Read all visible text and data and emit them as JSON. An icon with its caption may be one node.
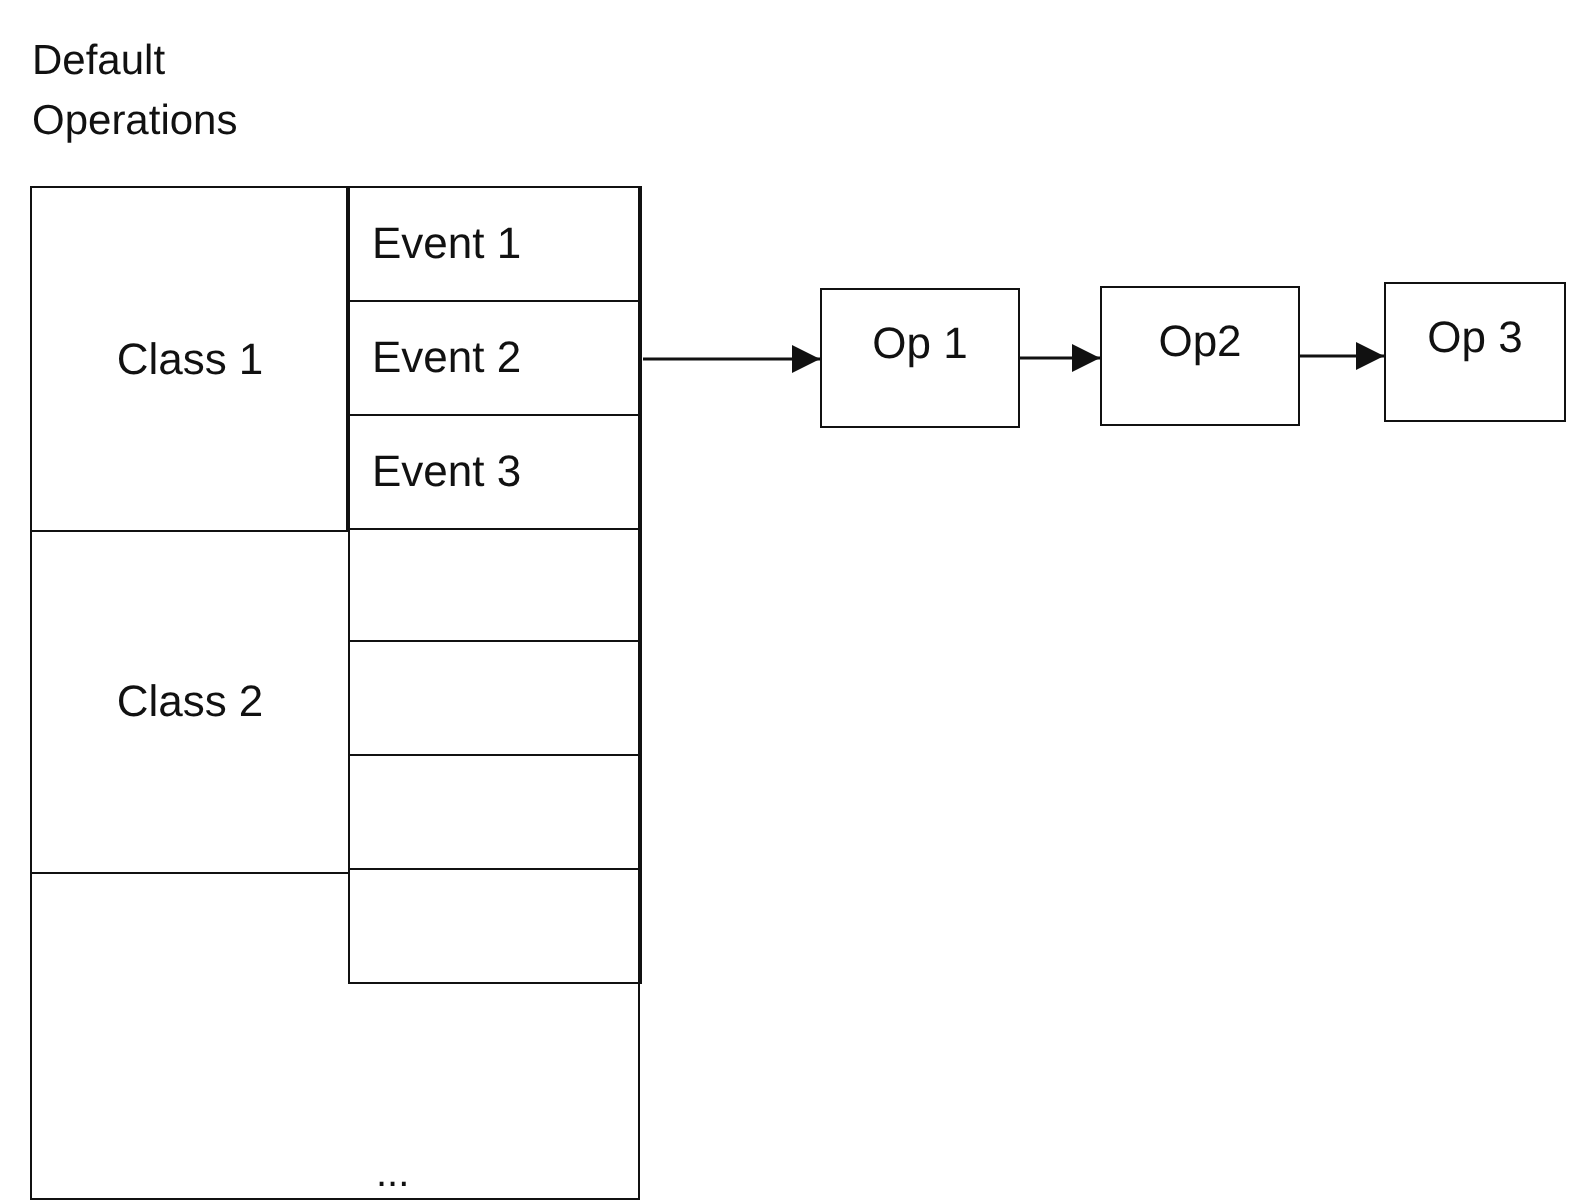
{
  "diagram": {
    "nodes": [
      {
        "text": [
          "Default Operations"
        ]
      },
      {
        "text": [
          "Class 1"
        ],
        "in": 0
      },
      {
        "text": [
          "Event 1"
        ],
        "in": 0
      },
      {
        "text": [
          "Event 2"
        ],
        "in": 0
      },
      {
        "text": [
          "Event 3"
        ],
        "in": 0
      },
      {
        "text": [
          "Class 2"
        ],
        "in": 0
      },
      {
        "text": [],
        "shape": "box",
        "in": 0
      },
      {
        "text": [],
        "shape": "box",
        "in": 0
      },
      {
        "text": [],
        "shape": "box",
        "in": 0
      },
      {
        "text": [],
        "shape": "box",
        "in": 0
      },
      {
        "text": [
          "Op 1"
        ]
      },
      {
        "text": [
          "Op2"
        ]
      },
      {
        "text": [
          "Op 3"
        ]
      }
    ],
    "edges": [
      {
        "from": 3,
        "to": 10,
        "arrow": "to"
      },
      {
        "from": 10,
        "to": 11,
        "arrow": "to"
      },
      {
        "from": 11,
        "to": 12,
        "arrow": "to"
      }
    ],
    "labels": [
      "..."
    ]
  }
}
